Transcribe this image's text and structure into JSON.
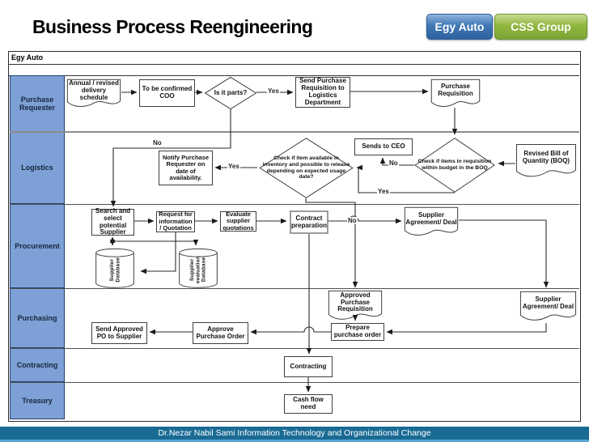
{
  "slide": {
    "title": "Business Process Reengineering",
    "footer": "Dr.Nezar Nabil Sami  Information Technology and Organizational Change"
  },
  "buttons": {
    "primary": {
      "label": "Egy Auto"
    },
    "secondary": {
      "label": "CSS Group"
    }
  },
  "colors": {
    "button_blue": "#3f78b5",
    "button_green": "#90b83f",
    "lane_fill": "#7da1d6",
    "footer_teal": "#1a6b94",
    "footer_strip": "#57a7d4"
  },
  "diagram": {
    "header": "Egy Auto",
    "lanes": [
      {
        "label": "Purchase Requester"
      },
      {
        "label": "Logistics"
      },
      {
        "label": "Procurement"
      },
      {
        "label": "Purchasing"
      },
      {
        "label": "Contracting"
      },
      {
        "label": "Treasury"
      }
    ],
    "nodes": {
      "annual_schedule": {
        "type": "document",
        "label": "Annual / revised delivery schedule"
      },
      "to_be_confirmed": {
        "type": "process",
        "label": "To be confirmed COO"
      },
      "is_it_parts": {
        "type": "decision",
        "label": "Is it parts?"
      },
      "send_pr": {
        "type": "process",
        "label": "Send Purchase Requisition to Logistics Department"
      },
      "purchase_requisition": {
        "type": "document",
        "label": "Purchase Requisition"
      },
      "notify": {
        "type": "process",
        "label": "Notify Purchase Requester on date of availability."
      },
      "check_inventory": {
        "type": "decision",
        "label": "Check if item available in inventory and possible to release depending on expected usage date?"
      },
      "sends_to_ceo": {
        "type": "process",
        "label": "Sends to CEO"
      },
      "check_budget": {
        "type": "decision",
        "label": "Check if items in requisition within budget in the BOQ"
      },
      "boq": {
        "type": "document",
        "label": "Revised Bill of Quantity (BOQ)"
      },
      "search_supplier": {
        "type": "process",
        "label": "Search and select potential Supplier"
      },
      "request_info": {
        "type": "process",
        "label": "Request for information / Quotation"
      },
      "evaluate_quotes": {
        "type": "process",
        "label": "Evaluate supplier quotations"
      },
      "contract_prep": {
        "type": "process",
        "label": "Contract preparation"
      },
      "supplier_agreement_a": {
        "type": "document",
        "label": "Supplier Agreement/ Deal"
      },
      "supplier_db": {
        "type": "database",
        "label": "Supplier\nDatabase"
      },
      "supplier_eval_db": {
        "type": "database",
        "label": "Supplier\nevaluation\nDatabase"
      },
      "approved_pr": {
        "type": "document",
        "label": "Approved Purchase Requisition"
      },
      "prepare_po": {
        "type": "process",
        "label": "Prepare purchase order"
      },
      "supplier_agreement_b": {
        "type": "document",
        "label": "Supplier Agreement/ Deal"
      },
      "approve_po": {
        "type": "process",
        "label": "Approve Purchase Order"
      },
      "send_po": {
        "type": "process",
        "label": "Send Approved PO to Supplier"
      },
      "contracting": {
        "type": "process",
        "label": "Contracting"
      },
      "cash_flow": {
        "type": "process",
        "label": "Cash flow need"
      }
    },
    "edge_labels": {
      "parts_yes": "Yes",
      "parts_no": "No",
      "inventory_yes": "Yes",
      "budget_no": "No",
      "budget_yes": "Yes",
      "inventory_no": "No"
    }
  }
}
